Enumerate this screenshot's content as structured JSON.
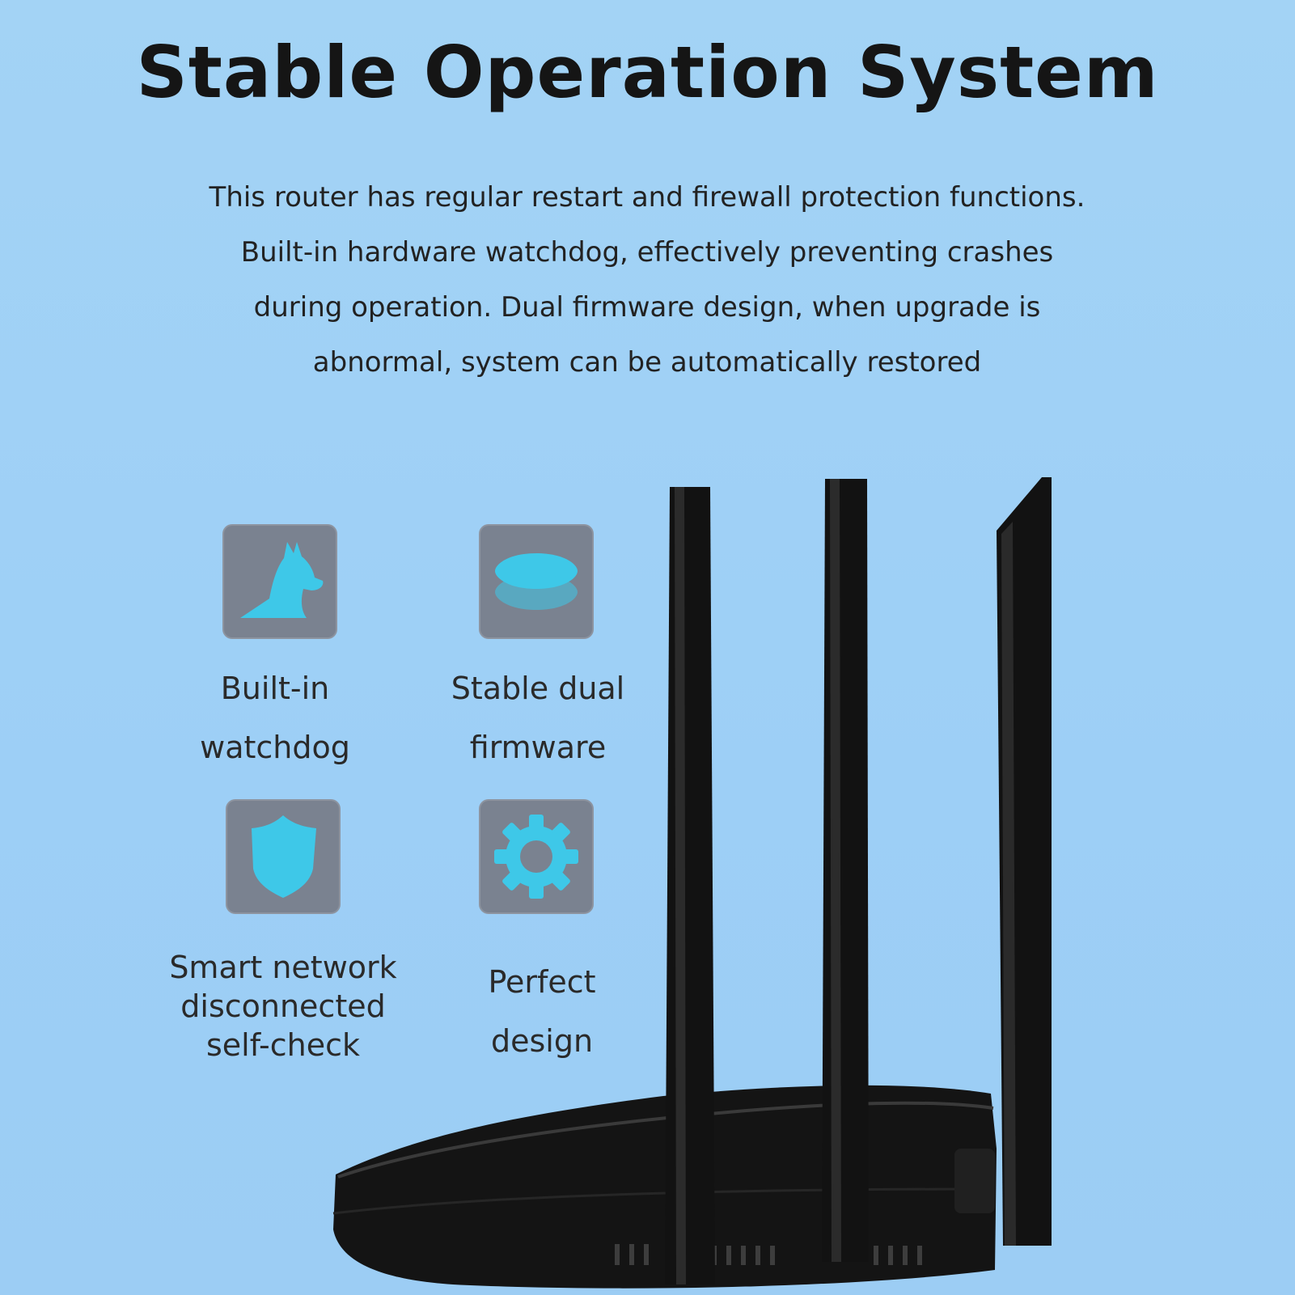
{
  "title": "Stable Operation System",
  "description": {
    "line1": "This router has regular restart and firewall protection functions.",
    "line2": "Built-in hardware watchdog, effectively preventing crashes",
    "line3": "during operation. Dual firmware design, when upgrade is",
    "line4": "abnormal, system can be automatically restored"
  },
  "features": [
    {
      "icon": "dog-icon",
      "line1": "Built-in",
      "line2": "watchdog"
    },
    {
      "icon": "layers-icon",
      "line1": "Stable dual",
      "line2": "firmware"
    },
    {
      "icon": "shield-icon",
      "line1": "Smart network",
      "line2": "disconnected",
      "line3": "self-check"
    },
    {
      "icon": "gear-icon",
      "line1": "Perfect",
      "line2": "design"
    }
  ],
  "colors": {
    "background": "#9ed0f5",
    "icon_tile": "#7a8290",
    "icon_fill": "#3ec8e8",
    "router": "#111111"
  }
}
